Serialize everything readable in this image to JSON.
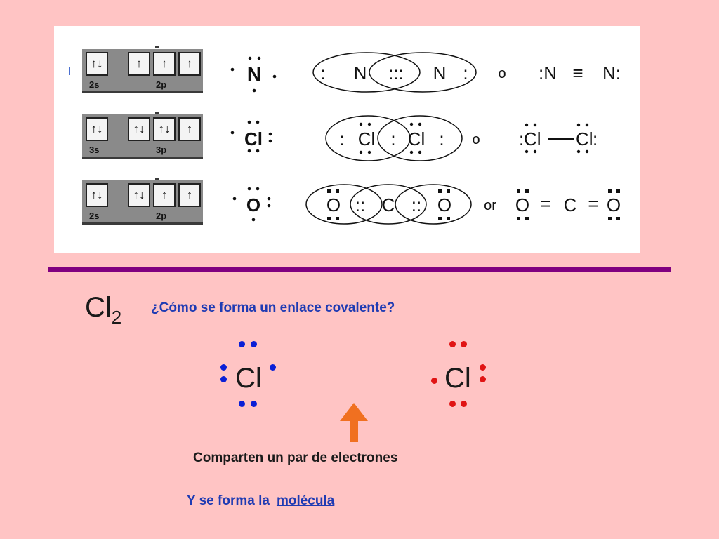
{
  "image_panel": {
    "rows": [
      {
        "orbital_labels": [
          "2s",
          "2p"
        ],
        "lewis_symbol": "N",
        "bond_diagram": [
          "N",
          ":::",
          "N"
        ],
        "connector": "o",
        "structural": [
          ":N",
          "≡",
          "N:"
        ]
      },
      {
        "orbital_labels": [
          "3s",
          "3p"
        ],
        "lewis_symbol": "Cl",
        "bond_diagram": [
          "Cl",
          "Cl"
        ],
        "connector": "o",
        "structural": [
          "Cl",
          "Cl"
        ]
      },
      {
        "orbital_labels": [
          "2s",
          "2p"
        ],
        "lewis_symbol": "O",
        "bond_diagram": [
          "O",
          "C",
          "O"
        ],
        "connector": "or",
        "structural": [
          "O",
          "=",
          "C",
          "=",
          "O"
        ]
      }
    ]
  },
  "formula": {
    "base": "Cl",
    "subscript": "2"
  },
  "question": "¿Cómo se forma un enlace covalente?",
  "atoms": {
    "left": "Cl",
    "right": "Cl"
  },
  "caption_share": "Comparten un par de electrones",
  "caption_molecule": {
    "prefix": "Y se forma la",
    "link": "molécula"
  },
  "colors": {
    "background": "#ffc4c4",
    "divider": "#800080",
    "blue_text": "#1f3bb3",
    "electron_left": "#0a1fd6",
    "electron_right": "#e01414",
    "arrow": "#f07020"
  }
}
